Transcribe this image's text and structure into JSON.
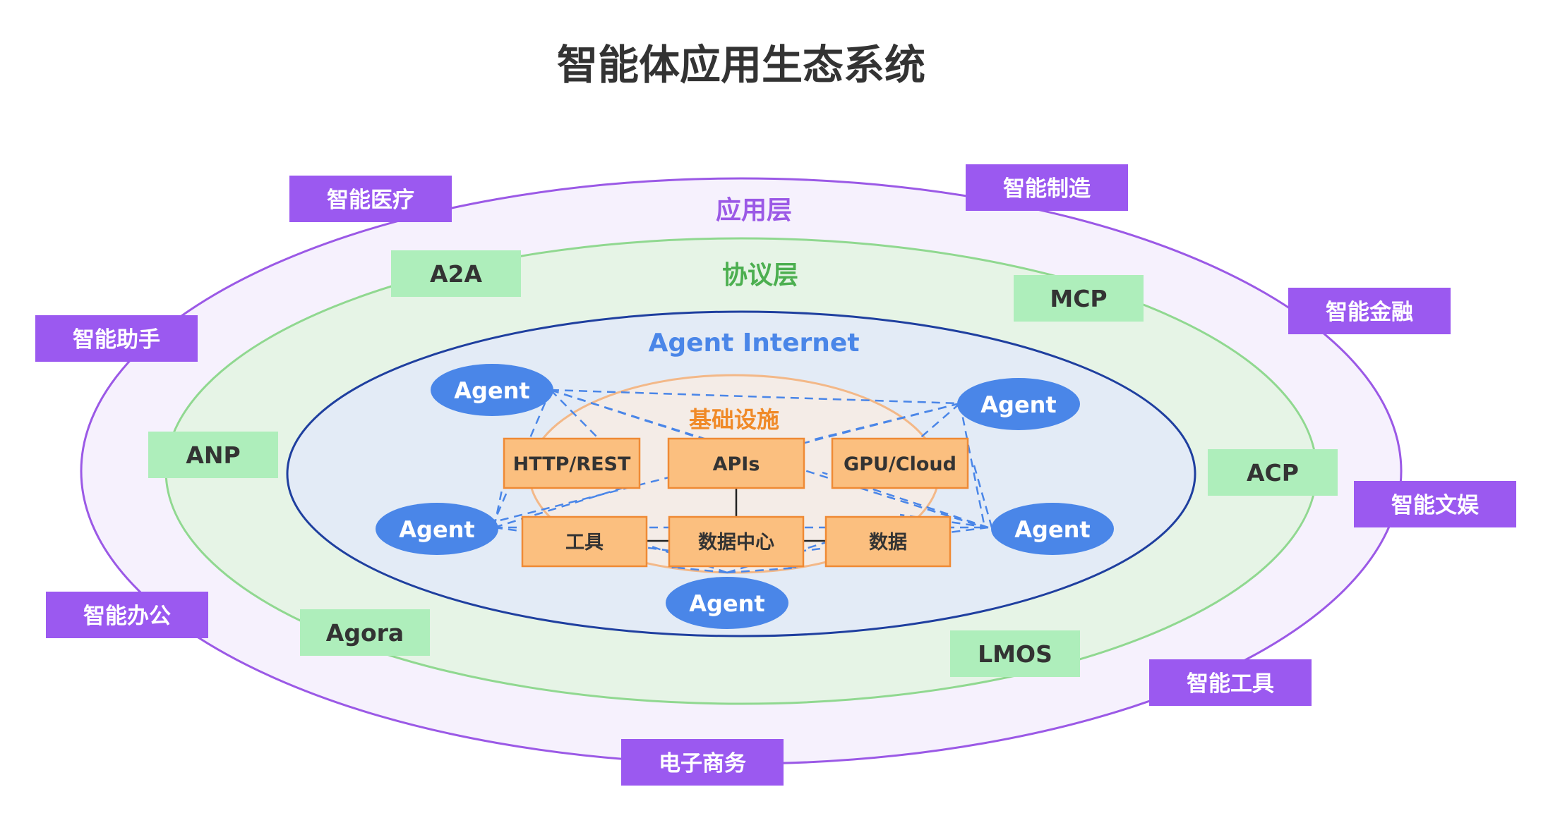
{
  "title": "智能体应用生态系统",
  "layers": {
    "application": {
      "label": "应用层",
      "color": "#9b59e6",
      "fill": "#f6f1fd"
    },
    "protocol": {
      "label": "协议层",
      "color": "#4caf50",
      "fill": "#e6f4e6",
      "stroke": "#90d890"
    },
    "agent_internet": {
      "label": "Agent Internet",
      "color": "#4a86e8",
      "fill": "#e3ebf6",
      "stroke": "#1f3f9f"
    },
    "infrastructure": {
      "label": "基础设施",
      "color": "#f08a28",
      "fill": "#f4ece7",
      "stroke": "#f3b888"
    }
  },
  "applications": [
    "智能医疗",
    "智能制造",
    "智能助手",
    "智能金融",
    "智能文娱",
    "智能办公",
    "智能工具",
    "电子商务"
  ],
  "protocols": [
    "A2A",
    "MCP",
    "ANP",
    "ACP",
    "Agora",
    "LMOS"
  ],
  "agents": [
    "Agent",
    "Agent",
    "Agent",
    "Agent",
    "Agent"
  ],
  "infrastructure": [
    "HTTP/REST",
    "APIs",
    "GPU/Cloud",
    "工具",
    "数据中心",
    "数据"
  ],
  "colors": {
    "app_box": "#9b59f0",
    "protocol_box": "#aeeebb",
    "agent": "#4a86e8",
    "infra_box": "#fbbf7f",
    "infra_border": "#ef8a35",
    "dashed_link": "#4a86e8"
  }
}
